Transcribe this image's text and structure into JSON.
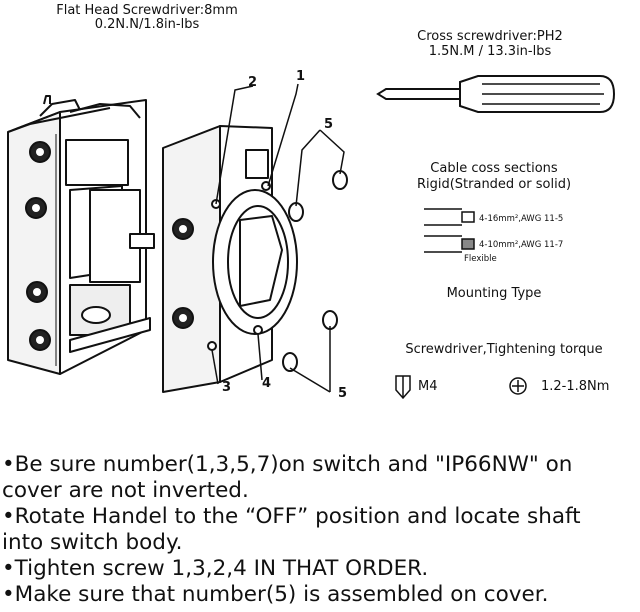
{
  "flat_screwdriver": {
    "line1": "Flat Head  Screwdriver:8mm",
    "line2": "0.2N.N/1.8in-lbs"
  },
  "cross_screwdriver": {
    "line1": "Cross screwdriver:PH2",
    "line2": "1.5N.M / 13.3in-lbs"
  },
  "cable_sections": {
    "line1": "Cable coss sections",
    "line2": "Rigid(Stranded or solid)",
    "rigid": "4-16mm²,AWG 11-5",
    "flexible": "4-10mm²,AWG 11-7",
    "flexible_label": "Flexible"
  },
  "mounting_type": "Mounting Type",
  "torque": {
    "heading": "Screwdriver,Tightening torque",
    "size": "M4",
    "range": "1.2-1.8Nm"
  },
  "callouts": {
    "n1": "1",
    "n2": "2",
    "n3": "3",
    "n4": "4",
    "n5_top": "5",
    "n5_bottom": "5"
  },
  "instructions": [
    "•Be sure number(1,3,5,7)on switch and \"IP66NW\" on",
    "cover are not inverted.",
    "•Rotate Handel to the “OFF” position and locate shaft",
    "into switch body.",
    "•Tighten screw 1,3,2,4 IN THAT ORDER.",
    "•Make sure that number(5) is assembled on cover."
  ]
}
